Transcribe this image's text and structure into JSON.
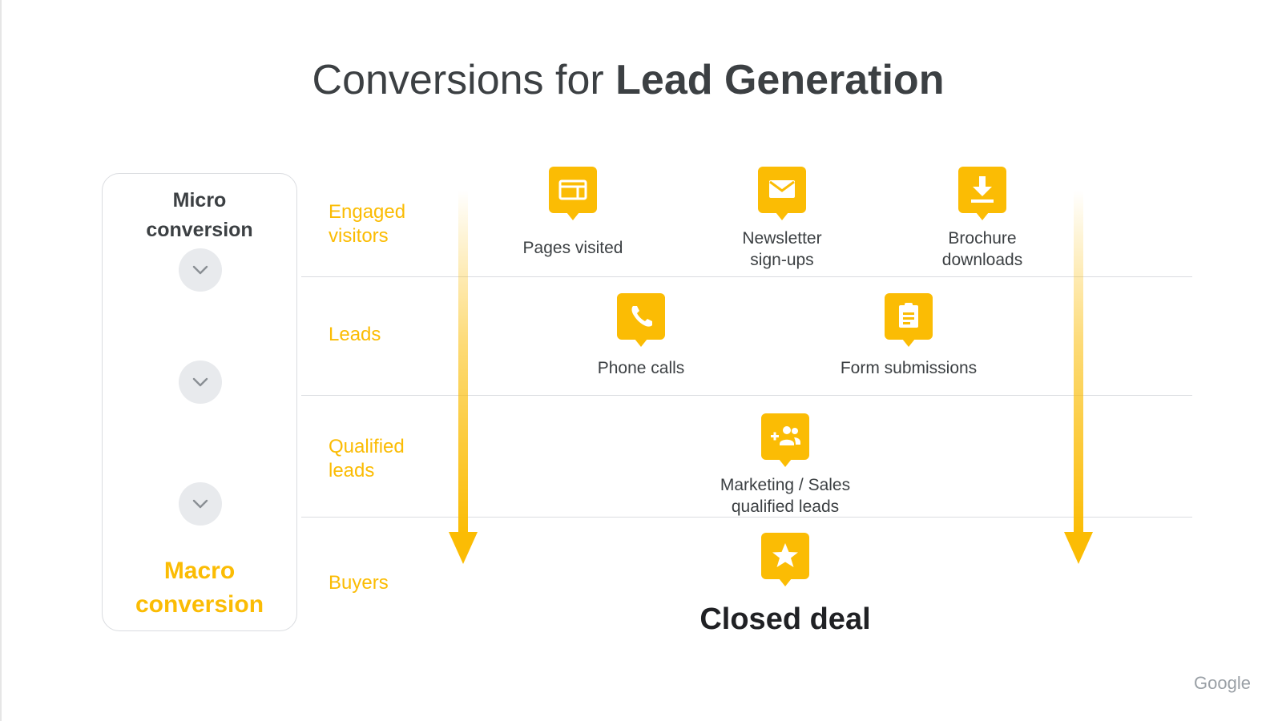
{
  "slide": {
    "title_regular": "Conversions for ",
    "title_bold": "Lead Generation",
    "brand": "Google"
  },
  "funnel": {
    "top_label_line1": "Micro",
    "top_label_line2": "conversion",
    "bottom_label_line1": "Macro",
    "bottom_label_line2": "conversion"
  },
  "rows": [
    {
      "label_line1": "Engaged",
      "label_line2": "visitors"
    },
    {
      "label_line1": "Leads",
      "label_line2": ""
    },
    {
      "label_line1": "Qualified",
      "label_line2": "leads"
    },
    {
      "label_line1": "Buyers",
      "label_line2": ""
    }
  ],
  "nodes": {
    "pages_visited": {
      "line1": "Pages visited",
      "icon": "browser-icon"
    },
    "newsletter": {
      "line1": "Newsletter",
      "line2": "sign-ups",
      "icon": "mail-icon"
    },
    "brochure": {
      "line1": "Brochure",
      "line2": "downloads",
      "icon": "download-icon"
    },
    "phone_calls": {
      "line1": "Phone calls",
      "icon": "phone-icon"
    },
    "form_submissions": {
      "line1": "Form submissions",
      "icon": "clipboard-icon"
    },
    "qualified": {
      "line1": "Marketing / Sales",
      "line2": "qualified leads",
      "icon": "add-group-icon"
    },
    "closed_deal": {
      "label": "Closed deal",
      "icon": "star-icon"
    }
  },
  "colors": {
    "accent": "#fbbc04",
    "text": "#3c4043",
    "divider": "#dadce0"
  }
}
